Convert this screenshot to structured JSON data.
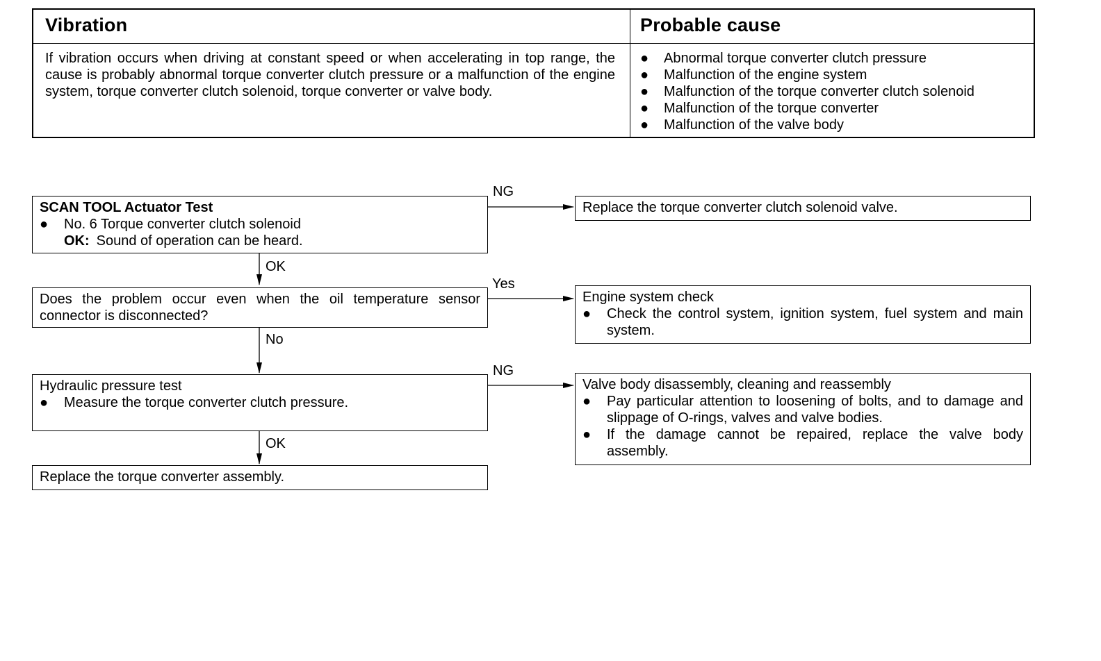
{
  "table": {
    "header_left": "Vibration",
    "header_right": "Probable cause",
    "description": "If vibration occurs when driving at constant speed or when accelerating in top range, the cause is probably abnormal torque converter clutch pressure or a malfunction of the engine system, torque converter clutch solenoid, torque converter or valve body.",
    "causes": [
      "Abnormal torque converter clutch pressure",
      "Malfunction of the engine system",
      "Malfunction of the torque converter clutch solenoid",
      "Malfunction of the torque converter",
      "Malfunction of the valve body"
    ]
  },
  "flow": {
    "bullet": "●",
    "step1": {
      "title": "SCAN TOOL Actuator Test",
      "item": "No. 6 Torque converter clutch solenoid",
      "ok_label": "OK:",
      "ok_text": "Sound of operation can be heard."
    },
    "step1_ng": {
      "label": "NG",
      "text": "Replace the torque converter clutch solenoid valve."
    },
    "step1_ok": "OK",
    "step2": {
      "text": "Does the problem occur even when the oil temperature sensor connector is disconnected?"
    },
    "step2_yes": {
      "label": "Yes",
      "title": "Engine system check",
      "item": "Check the control system, ignition system, fuel system and main system."
    },
    "step2_no": "No",
    "step3": {
      "title": "Hydraulic pressure test",
      "item": "Measure the torque converter clutch pressure."
    },
    "step3_ng": {
      "label": "NG",
      "title": "Valve body disassembly, cleaning and reassembly",
      "items": [
        "Pay particular attention to loosening of bolts, and to damage and slippage of O-rings, valves and valve bodies.",
        "If the damage cannot be repaired, replace the valve body assembly."
      ]
    },
    "step3_ok": "OK",
    "final": "Replace the torque converter assembly."
  }
}
